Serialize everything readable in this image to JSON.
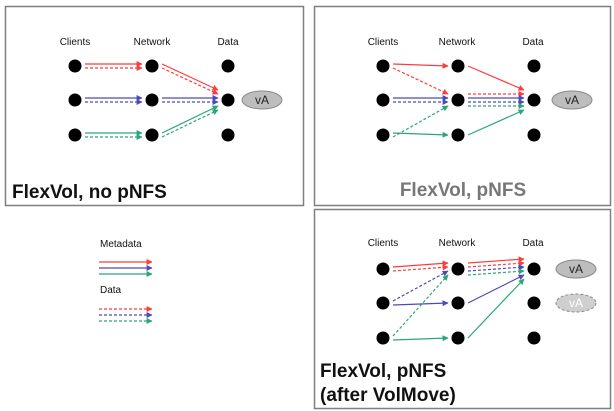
{
  "colors": {
    "client1": "#ff3b3b",
    "client2": "#4a4ab8",
    "client3": "#2aa67a",
    "node": "#000000",
    "volume_fill": "#bdbdbd",
    "volume_stroke": "#8a8a8a",
    "panel_border": "#7f7f7f"
  },
  "column_headers": [
    "Clients",
    "Network",
    "Data"
  ],
  "volume_label": "vA",
  "panels": [
    {
      "id": "flexvol-no-pnfs",
      "caption_lines": [
        "FlexVol, no pNFS"
      ],
      "caption_style": "bold",
      "volumes": [
        {
          "row": 1,
          "state": "active"
        }
      ],
      "flows": [
        {
          "client": 0,
          "kind": "metadata",
          "from": [
            0,
            0
          ],
          "to": [
            1,
            0
          ]
        },
        {
          "client": 0,
          "kind": "data",
          "from": [
            0,
            0
          ],
          "to": [
            1,
            0
          ]
        },
        {
          "client": 1,
          "kind": "metadata",
          "from": [
            0,
            1
          ],
          "to": [
            1,
            1
          ]
        },
        {
          "client": 1,
          "kind": "data",
          "from": [
            0,
            1
          ],
          "to": [
            1,
            1
          ]
        },
        {
          "client": 2,
          "kind": "metadata",
          "from": [
            0,
            2
          ],
          "to": [
            1,
            2
          ]
        },
        {
          "client": 2,
          "kind": "data",
          "from": [
            0,
            2
          ],
          "to": [
            1,
            2
          ]
        },
        {
          "client": 0,
          "kind": "metadata",
          "from": [
            1,
            0
          ],
          "to": [
            2,
            1
          ]
        },
        {
          "client": 0,
          "kind": "data",
          "from": [
            1,
            0
          ],
          "to": [
            2,
            1
          ]
        },
        {
          "client": 1,
          "kind": "metadata",
          "from": [
            1,
            1
          ],
          "to": [
            2,
            1
          ]
        },
        {
          "client": 1,
          "kind": "data",
          "from": [
            1,
            1
          ],
          "to": [
            2,
            1
          ]
        },
        {
          "client": 2,
          "kind": "metadata",
          "from": [
            1,
            2
          ],
          "to": [
            2,
            1
          ]
        },
        {
          "client": 2,
          "kind": "data",
          "from": [
            1,
            2
          ],
          "to": [
            2,
            1
          ]
        }
      ]
    },
    {
      "id": "flexvol-pnfs",
      "caption_lines": [
        "FlexVol, pNFS"
      ],
      "caption_style": "grey",
      "volumes": [
        {
          "row": 1,
          "state": "active"
        }
      ],
      "flows": [
        {
          "client": 0,
          "kind": "metadata",
          "from": [
            0,
            0
          ],
          "to": [
            1,
            0
          ]
        },
        {
          "client": 0,
          "kind": "data",
          "from": [
            0,
            0
          ],
          "to": [
            1,
            1
          ]
        },
        {
          "client": 1,
          "kind": "metadata",
          "from": [
            0,
            1
          ],
          "to": [
            1,
            1
          ]
        },
        {
          "client": 1,
          "kind": "data",
          "from": [
            0,
            1
          ],
          "to": [
            1,
            1
          ]
        },
        {
          "client": 2,
          "kind": "metadata",
          "from": [
            0,
            2
          ],
          "to": [
            1,
            2
          ]
        },
        {
          "client": 2,
          "kind": "data",
          "from": [
            0,
            2
          ],
          "to": [
            1,
            1
          ]
        },
        {
          "client": 0,
          "kind": "metadata",
          "from": [
            1,
            0
          ],
          "to": [
            2,
            1
          ]
        },
        {
          "client": 0,
          "kind": "data",
          "from": [
            1,
            1
          ],
          "to": [
            2,
            1
          ]
        },
        {
          "client": 1,
          "kind": "metadata",
          "from": [
            1,
            1
          ],
          "to": [
            2,
            1
          ]
        },
        {
          "client": 1,
          "kind": "data",
          "from": [
            1,
            1
          ],
          "to": [
            2,
            1
          ]
        },
        {
          "client": 2,
          "kind": "data",
          "from": [
            1,
            1
          ],
          "to": [
            2,
            1
          ]
        },
        {
          "client": 2,
          "kind": "metadata",
          "from": [
            1,
            2
          ],
          "to": [
            2,
            1
          ]
        }
      ]
    },
    {
      "id": "flexvol-pnfs-after-volmove",
      "caption_lines": [
        "FlexVol, pNFS",
        "(after VolMove)"
      ],
      "caption_style": "bold",
      "volumes": [
        {
          "row": 0,
          "state": "active"
        },
        {
          "row": 1,
          "state": "moved-from"
        }
      ],
      "flows": [
        {
          "client": 0,
          "kind": "metadata",
          "from": [
            0,
            0
          ],
          "to": [
            1,
            0
          ]
        },
        {
          "client": 0,
          "kind": "data",
          "from": [
            0,
            0
          ],
          "to": [
            1,
            0
          ]
        },
        {
          "client": 1,
          "kind": "data",
          "from": [
            0,
            1
          ],
          "to": [
            1,
            0
          ]
        },
        {
          "client": 1,
          "kind": "metadata",
          "from": [
            0,
            1
          ],
          "to": [
            1,
            1
          ]
        },
        {
          "client": 2,
          "kind": "data",
          "from": [
            0,
            2
          ],
          "to": [
            1,
            0
          ]
        },
        {
          "client": 2,
          "kind": "metadata",
          "from": [
            0,
            2
          ],
          "to": [
            1,
            2
          ]
        },
        {
          "client": 0,
          "kind": "metadata",
          "from": [
            1,
            0
          ],
          "to": [
            2,
            0
          ]
        },
        {
          "client": 0,
          "kind": "data",
          "from": [
            1,
            0
          ],
          "to": [
            2,
            0
          ]
        },
        {
          "client": 1,
          "kind": "data",
          "from": [
            1,
            0
          ],
          "to": [
            2,
            0
          ]
        },
        {
          "client": 2,
          "kind": "data",
          "from": [
            1,
            0
          ],
          "to": [
            2,
            0
          ]
        },
        {
          "client": 1,
          "kind": "metadata",
          "from": [
            1,
            1
          ],
          "to": [
            2,
            0
          ]
        },
        {
          "client": 2,
          "kind": "metadata",
          "from": [
            1,
            2
          ],
          "to": [
            2,
            0
          ]
        }
      ]
    }
  ],
  "legend": {
    "metadata_label": "Metadata",
    "data_label": "Data",
    "metadata_style": "solid",
    "data_style": "dashed"
  }
}
